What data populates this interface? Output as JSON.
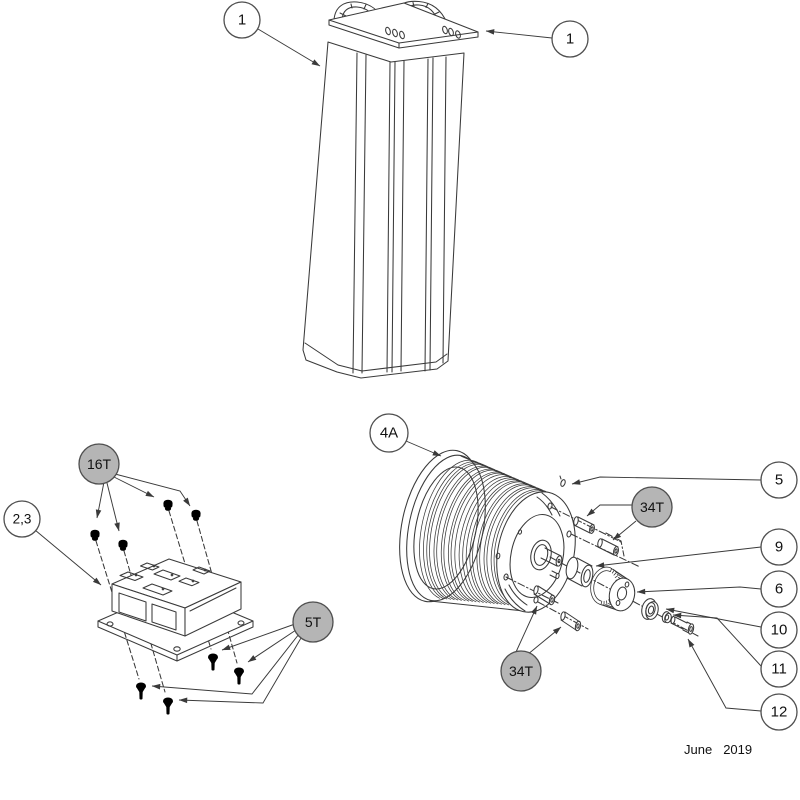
{
  "date_stamp": {
    "month": "June",
    "year": "2019"
  },
  "callouts": {
    "battery_left": {
      "label": "1",
      "highlight": false
    },
    "battery_right": {
      "label": "1",
      "highlight": false
    },
    "controller_top_screws": {
      "label": "16T",
      "highlight": true
    },
    "controller": {
      "label": "2,3",
      "highlight": false
    },
    "controller_bottom_screws": {
      "label": "5T",
      "highlight": true
    },
    "motor": {
      "label": "4A",
      "highlight": false
    },
    "motor_set_screw": {
      "label": "5",
      "highlight": false
    },
    "motor_bolts_upper": {
      "label": "34T",
      "highlight": true
    },
    "motor_bolts_lower": {
      "label": "34T",
      "highlight": true
    },
    "shaft_spacer": {
      "label": "9",
      "highlight": false
    },
    "pulley": {
      "label": "6",
      "highlight": false
    },
    "washer_large": {
      "label": "10",
      "highlight": false
    },
    "washer_small": {
      "label": "11",
      "highlight": false
    },
    "pulley_bolt": {
      "label": "12",
      "highlight": false
    }
  },
  "colors": {
    "paper": "#ffffff",
    "line": "#3a3a3a",
    "ink": "#111111",
    "callout-white": "#ffffff",
    "callout-gray": "#b5b5b5",
    "callout-stroke": "#4f4f4f"
  }
}
